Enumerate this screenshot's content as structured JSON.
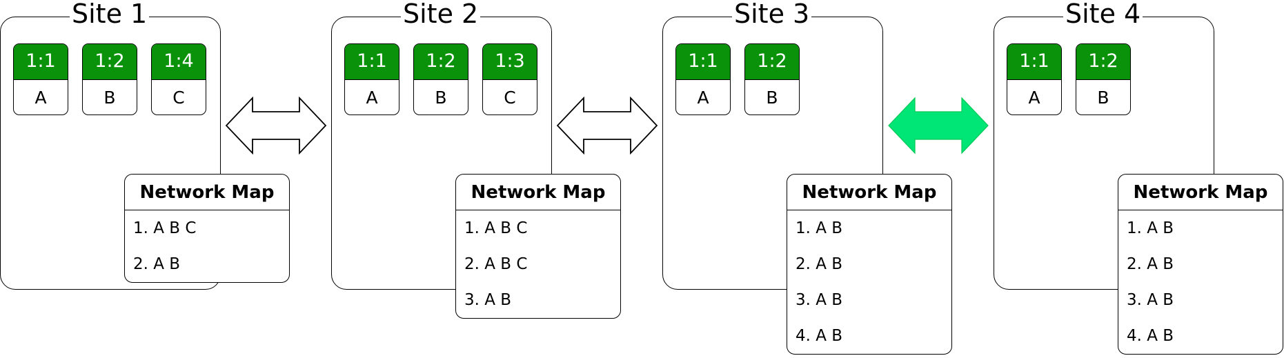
{
  "diagram": {
    "sites": [
      {
        "title": "Site 1",
        "nodes": [
          {
            "id": "1:1",
            "label": "A"
          },
          {
            "id": "1:2",
            "label": "B"
          },
          {
            "id": "1:4",
            "label": "C"
          }
        ],
        "network_map": {
          "title": "Network Map",
          "entries": [
            "1. A B C",
            "2. A B"
          ]
        }
      },
      {
        "title": "Site 2",
        "nodes": [
          {
            "id": "1:1",
            "label": "A"
          },
          {
            "id": "1:2",
            "label": "B"
          },
          {
            "id": "1:3",
            "label": "C"
          }
        ],
        "network_map": {
          "title": "Network Map",
          "entries": [
            "1. A B C",
            "2. A B C",
            "3. A B"
          ]
        }
      },
      {
        "title": "Site 3",
        "nodes": [
          {
            "id": "1:1",
            "label": "A"
          },
          {
            "id": "1:2",
            "label": "B"
          }
        ],
        "network_map": {
          "title": "Network Map",
          "entries": [
            "1. A B",
            "2. A B",
            "3. A B",
            "4. A B"
          ]
        }
      },
      {
        "title": "Site 4",
        "nodes": [
          {
            "id": "1:1",
            "label": "A"
          },
          {
            "id": "1:2",
            "label": "B"
          }
        ],
        "network_map": {
          "title": "Network Map",
          "entries": [
            "1. A B",
            "2. A B",
            "3. A B",
            "4. A B"
          ]
        }
      }
    ],
    "links": [
      {
        "from": "Site 1",
        "to": "Site 2",
        "style": "hollow",
        "fill": "#ffffff"
      },
      {
        "from": "Site 2",
        "to": "Site 3",
        "style": "hollow",
        "fill": "#ffffff"
      },
      {
        "from": "Site 3",
        "to": "Site 4",
        "style": "highlighted",
        "fill": "#00e676"
      }
    ],
    "colors": {
      "node_header": "#0a930a",
      "node_header_text": "#ffffff",
      "highlight_arrow": "#00e676",
      "stroke": "#000000"
    }
  }
}
